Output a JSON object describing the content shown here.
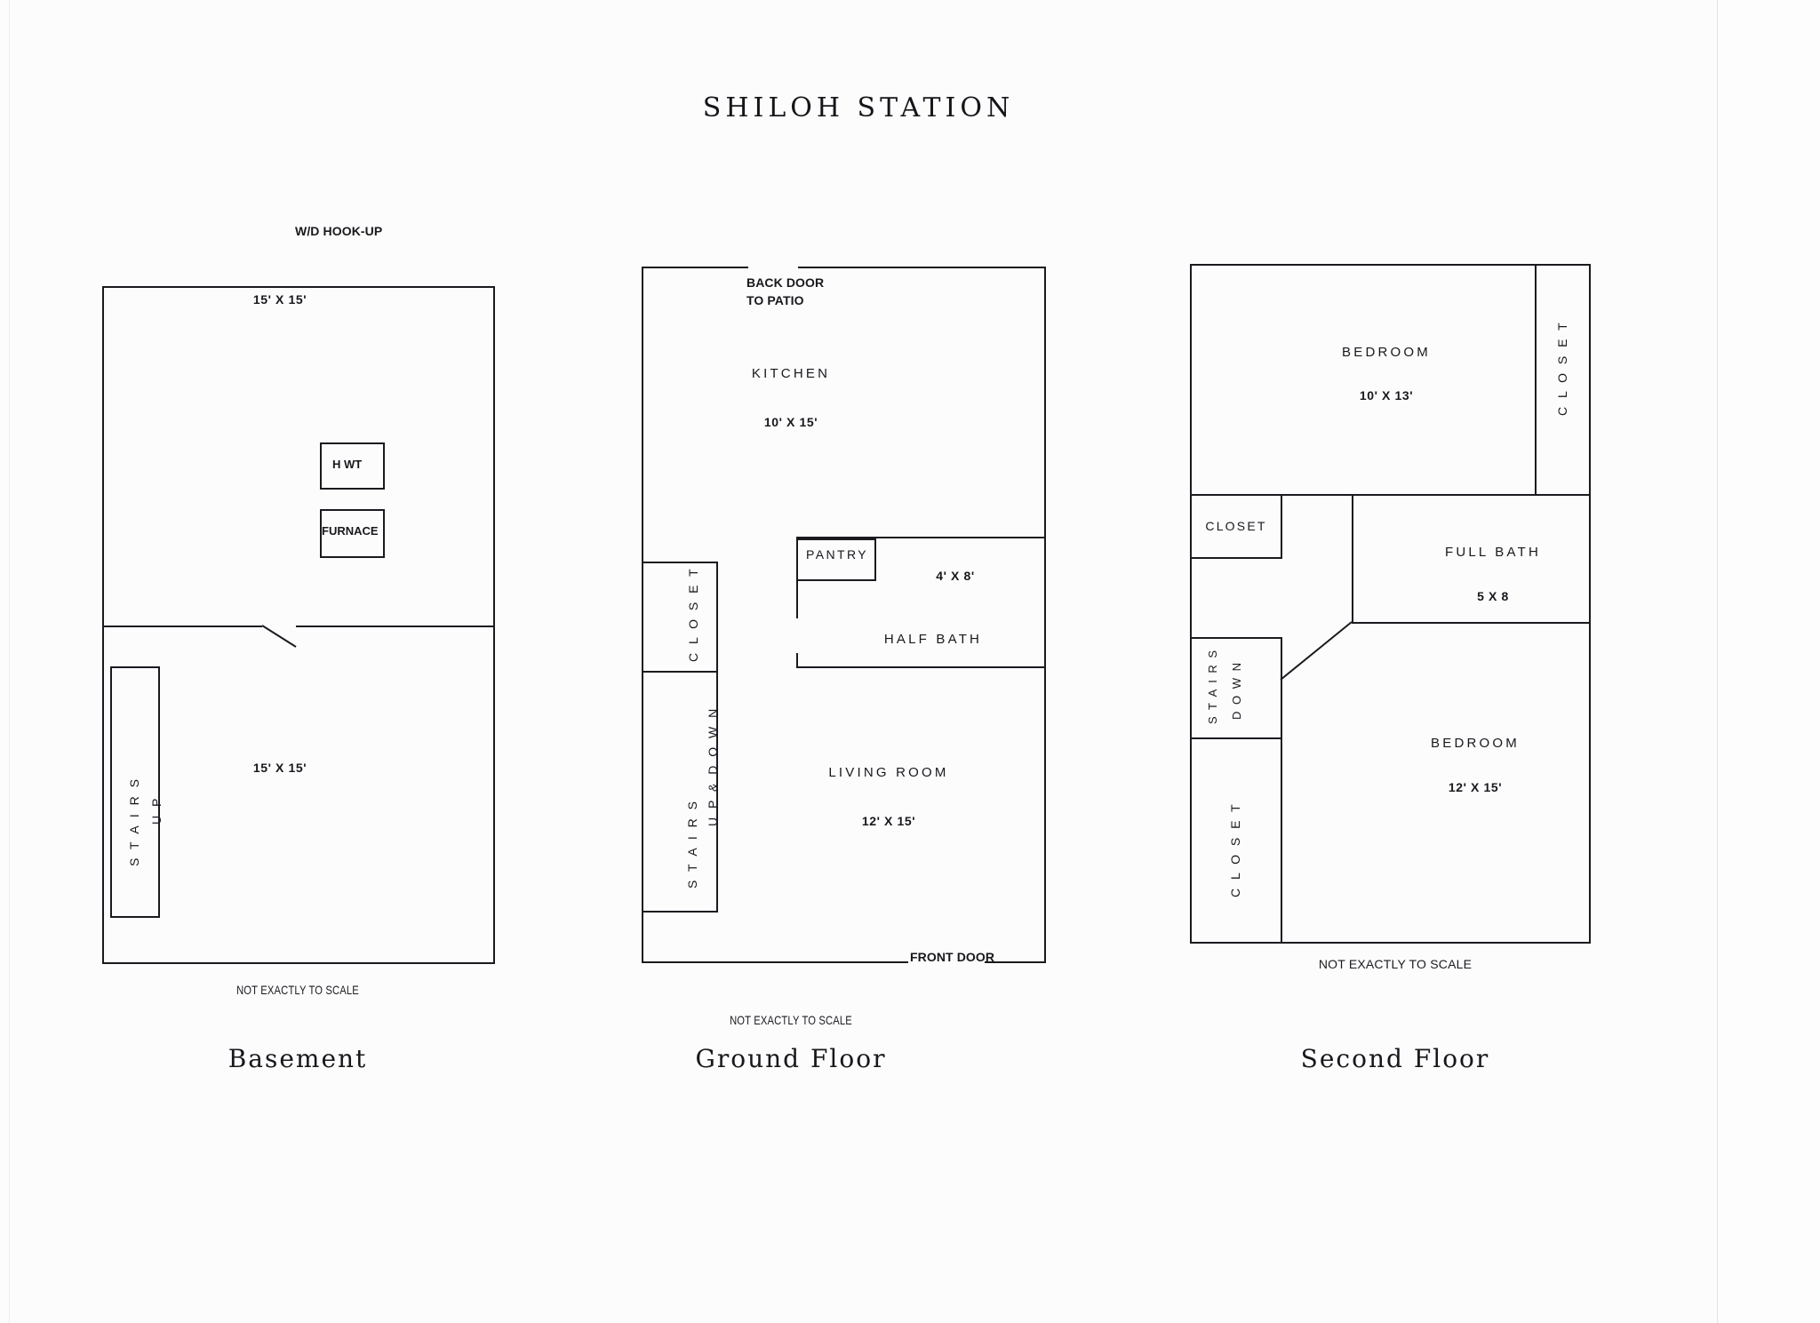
{
  "document": {
    "title": "SHILOH STATION"
  },
  "plans": [
    {
      "id": "basement",
      "caption": "Basement",
      "scale_note": "NOT EXACTLY TO SCALE",
      "labels": {
        "wd_hookup": "W/D HOOK-UP",
        "upper_room_dim": "15'   X  15'",
        "hot_water_tank": "H WT",
        "furnace": "FURNACE",
        "lower_room_dim": "15'   X  15'",
        "stairs": "S T A I R S",
        "stairs_dir": "U P"
      }
    },
    {
      "id": "ground-floor",
      "caption": "Ground Floor",
      "scale_note": "NOT EXACTLY TO SCALE",
      "labels": {
        "back_door_line1": "BACK DOOR",
        "back_door_line2": "TO PATIO",
        "kitchen": "KITCHEN",
        "kitchen_dim": "10'    X   15'",
        "pantry": "PANTRY",
        "pantry_dim": "4'     X  8'",
        "half_bath": "HALF   BATH",
        "closet": "C L O S E T",
        "stairs_dir": "U P & D O W N",
        "stairs": "S T A I R S",
        "living_room": "LIVING ROOM",
        "living_room_dim": "12'    X   15'",
        "front_door": "FRONT DOOR"
      }
    },
    {
      "id": "second-floor",
      "caption": "Second Floor",
      "scale_note": "NOT EXACTLY TO SCALE",
      "labels": {
        "bedroom_front": "BEDROOM",
        "bedroom_front_dim": "10'  X  13'",
        "closet_right": "C L O S E T",
        "closet_hall": "CLOSET",
        "full_bath": "FULL  BATH",
        "full_bath_dim": "5 X 8",
        "stairs": "S T A I R S",
        "stairs_dir": "D O W N",
        "closet_lower": "C L O S E T",
        "bedroom_rear": "BEDROOM",
        "bedroom_rear_dim": "12'  X  15'"
      }
    }
  ]
}
